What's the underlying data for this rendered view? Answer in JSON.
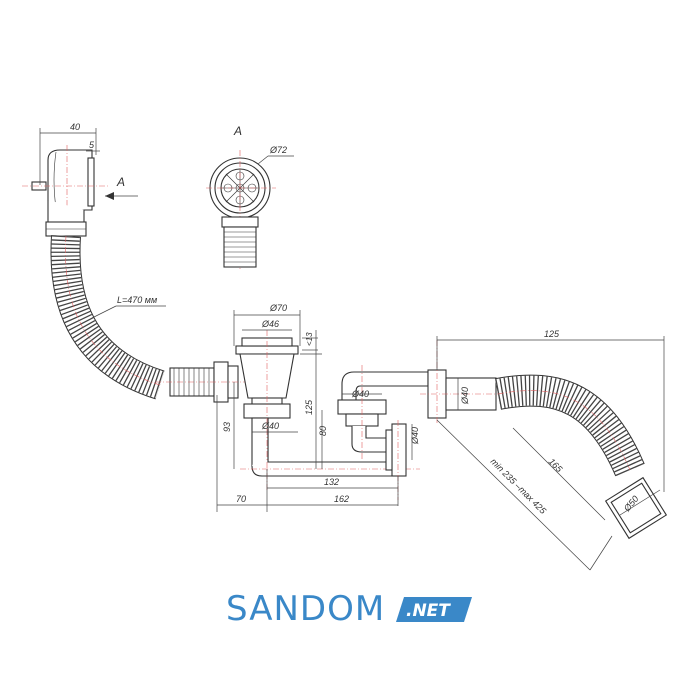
{
  "view_label": "A",
  "arrow_label": "A",
  "dimensions": {
    "top_width": "40",
    "top_offset": "5",
    "flange_dia": "Ø72",
    "hose_length": "L=470 мм",
    "drain_outer": "Ø70",
    "drain_inner": "Ø46",
    "drain_cap": "<13",
    "drain_height": "125",
    "height_93": "93",
    "height_80": "80",
    "pipe_40_left": "Ø40",
    "pipe_40_mid": "Ø40",
    "pipe_40_right": "Ø40",
    "pipe_40_vert": "Ø40",
    "outlet_50": "Ø50",
    "span_132": "132",
    "span_162": "162",
    "span_70": "70",
    "span_125_top": "125",
    "corrugated_165": "165",
    "range_label": "min 235 –max 425"
  },
  "logo": {
    "main": "SANDOM",
    "sub": ".NET",
    "colors": {
      "main": "#3a88c8",
      "badge": "#3a88c8"
    }
  }
}
